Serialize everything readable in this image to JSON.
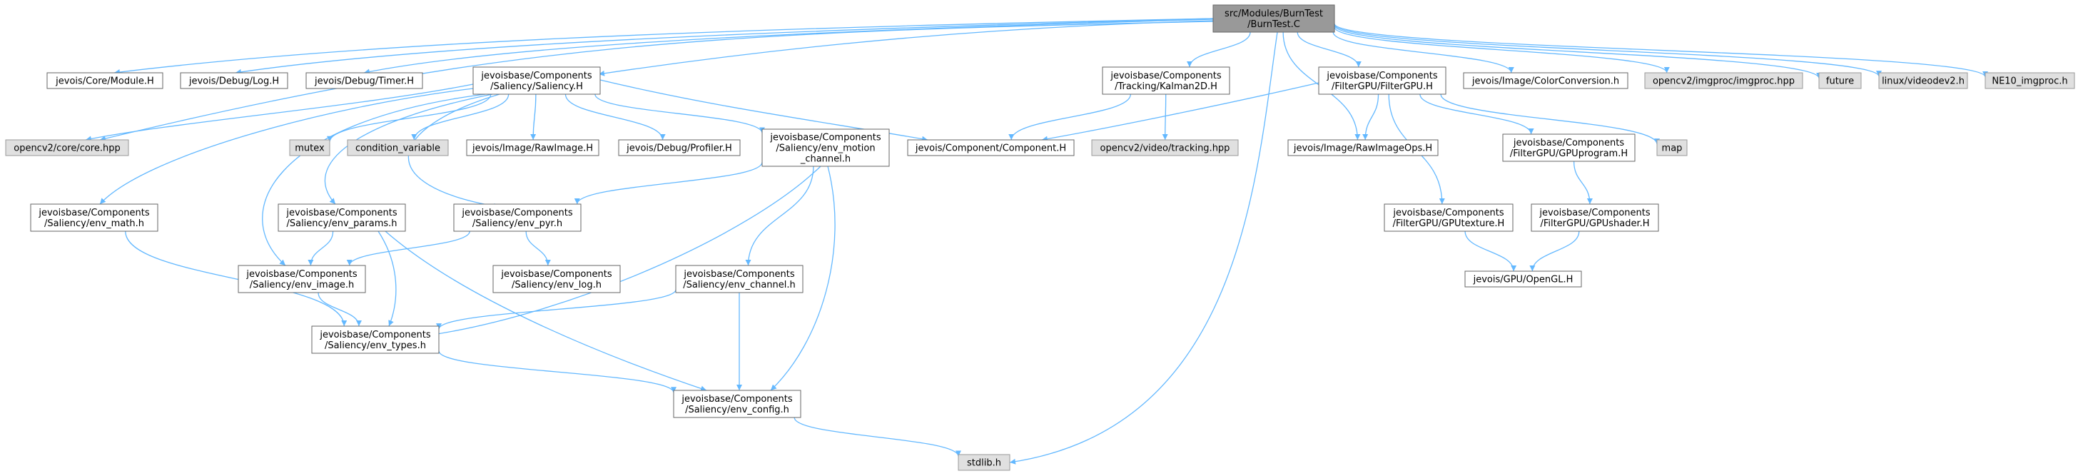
{
  "colors": {
    "edge": "#63b8ff",
    "node_border": "#666666",
    "node_fill": "#ffffff",
    "external_fill": "#e0e0e0",
    "external_border": "#999999",
    "root_fill": "#999999",
    "root_border": "#666666"
  },
  "nodes": [
    {
      "id": "root",
      "label": "src/Modules/BurnTest\n/BurnTest.C",
      "kind": "root"
    },
    {
      "id": "module",
      "label": "jevois/Core/Module.H",
      "kind": "normal"
    },
    {
      "id": "log",
      "label": "jevois/Debug/Log.H",
      "kind": "normal"
    },
    {
      "id": "timer",
      "label": "jevois/Debug/Timer.H",
      "kind": "normal"
    },
    {
      "id": "saliency",
      "label": "jevoisbase/Components\n/Saliency/Saliency.H",
      "kind": "normal"
    },
    {
      "id": "kalman",
      "label": "jevoisbase/Components\n/Tracking/Kalman2D.H",
      "kind": "normal"
    },
    {
      "id": "filtergpu",
      "label": "jevoisbase/Components\n/FilterGPU/FilterGPU.H",
      "kind": "normal"
    },
    {
      "id": "colorconv",
      "label": "jevois/Image/ColorConversion.h",
      "kind": "normal"
    },
    {
      "id": "imgproc",
      "label": "opencv2/imgproc/imgproc.hpp",
      "kind": "external"
    },
    {
      "id": "future",
      "label": "future",
      "kind": "external"
    },
    {
      "id": "videodev",
      "label": "linux/videodev2.h",
      "kind": "external"
    },
    {
      "id": "ne10",
      "label": "NE10_imgproc.h",
      "kind": "external"
    },
    {
      "id": "corehpp",
      "label": "opencv2/core/core.hpp",
      "kind": "external"
    },
    {
      "id": "mutex",
      "label": "mutex",
      "kind": "external"
    },
    {
      "id": "condvar",
      "label": "condition_variable",
      "kind": "external"
    },
    {
      "id": "rawimage",
      "label": "jevois/Image/RawImage.H",
      "kind": "normal"
    },
    {
      "id": "profiler",
      "label": "jevois/Debug/Profiler.H",
      "kind": "normal"
    },
    {
      "id": "envmotion",
      "label": "jevoisbase/Components\n/Saliency/env_motion\n_channel.h",
      "kind": "normal"
    },
    {
      "id": "component",
      "label": "jevois/Component/Component.H",
      "kind": "normal"
    },
    {
      "id": "tracking",
      "label": "opencv2/video/tracking.hpp",
      "kind": "external"
    },
    {
      "id": "rawimageops",
      "label": "jevois/Image/RawImageOps.H",
      "kind": "normal"
    },
    {
      "id": "gpuprogram",
      "label": "jevoisbase/Components\n/FilterGPU/GPUprogram.H",
      "kind": "normal"
    },
    {
      "id": "map",
      "label": "map",
      "kind": "external"
    },
    {
      "id": "envmath",
      "label": "jevoisbase/Components\n/Saliency/env_math.h",
      "kind": "normal"
    },
    {
      "id": "envparams",
      "label": "jevoisbase/Components\n/Saliency/env_params.h",
      "kind": "normal"
    },
    {
      "id": "envpyr",
      "label": "jevoisbase/Components\n/Saliency/env_pyr.h",
      "kind": "normal"
    },
    {
      "id": "gputexture",
      "label": "jevoisbase/Components\n/FilterGPU/GPUtexture.H",
      "kind": "normal"
    },
    {
      "id": "gpushader",
      "label": "jevoisbase/Components\n/FilterGPU/GPUshader.H",
      "kind": "normal"
    },
    {
      "id": "envimage",
      "label": "jevoisbase/Components\n/Saliency/env_image.h",
      "kind": "normal"
    },
    {
      "id": "envlog",
      "label": "jevoisbase/Components\n/Saliency/env_log.h",
      "kind": "normal"
    },
    {
      "id": "envchannel",
      "label": "jevoisbase/Components\n/Saliency/env_channel.h",
      "kind": "normal"
    },
    {
      "id": "opengl",
      "label": "jevois/GPU/OpenGL.H",
      "kind": "normal"
    },
    {
      "id": "envtypes",
      "label": "jevoisbase/Components\n/Saliency/env_types.h",
      "kind": "normal"
    },
    {
      "id": "envconfig",
      "label": "jevoisbase/Components\n/Saliency/env_config.h",
      "kind": "normal"
    },
    {
      "id": "stdlib",
      "label": "stdlib.h",
      "kind": "external"
    }
  ],
  "edges": [
    [
      "root",
      "module"
    ],
    [
      "root",
      "log"
    ],
    [
      "root",
      "timer"
    ],
    [
      "root",
      "saliency"
    ],
    [
      "root",
      "kalman"
    ],
    [
      "root",
      "filtergpu"
    ],
    [
      "root",
      "colorconv"
    ],
    [
      "root",
      "imgproc"
    ],
    [
      "root",
      "future"
    ],
    [
      "root",
      "videodev"
    ],
    [
      "root",
      "ne10"
    ],
    [
      "root",
      "corehpp"
    ],
    [
      "root",
      "rawimageops"
    ],
    [
      "root",
      "stdlib"
    ],
    [
      "saliency",
      "corehpp"
    ],
    [
      "saliency",
      "mutex"
    ],
    [
      "saliency",
      "condvar"
    ],
    [
      "saliency",
      "rawimage"
    ],
    [
      "saliency",
      "profiler"
    ],
    [
      "saliency",
      "envmotion"
    ],
    [
      "saliency",
      "component"
    ],
    [
      "saliency",
      "envmath"
    ],
    [
      "saliency",
      "envparams"
    ],
    [
      "saliency",
      "envpyr"
    ],
    [
      "saliency",
      "envimage"
    ],
    [
      "kalman",
      "component"
    ],
    [
      "kalman",
      "tracking"
    ],
    [
      "filtergpu",
      "component"
    ],
    [
      "filtergpu",
      "rawimageops"
    ],
    [
      "filtergpu",
      "gpuprogram"
    ],
    [
      "filtergpu",
      "map"
    ],
    [
      "filtergpu",
      "gputexture"
    ],
    [
      "envmotion",
      "envpyr"
    ],
    [
      "envmotion",
      "envchannel"
    ],
    [
      "envmotion",
      "envtypes"
    ],
    [
      "envmotion",
      "envconfig"
    ],
    [
      "envmath",
      "envtypes"
    ],
    [
      "envparams",
      "envimage"
    ],
    [
      "envparams",
      "envtypes"
    ],
    [
      "envparams",
      "envconfig"
    ],
    [
      "envpyr",
      "envimage"
    ],
    [
      "envpyr",
      "envlog"
    ],
    [
      "gpuprogram",
      "gpushader"
    ],
    [
      "gputexture",
      "opengl"
    ],
    [
      "gpushader",
      "opengl"
    ],
    [
      "envimage",
      "envtypes"
    ],
    [
      "envchannel",
      "envtypes"
    ],
    [
      "envchannel",
      "envconfig"
    ],
    [
      "envtypes",
      "envconfig"
    ],
    [
      "envconfig",
      "stdlib"
    ]
  ]
}
